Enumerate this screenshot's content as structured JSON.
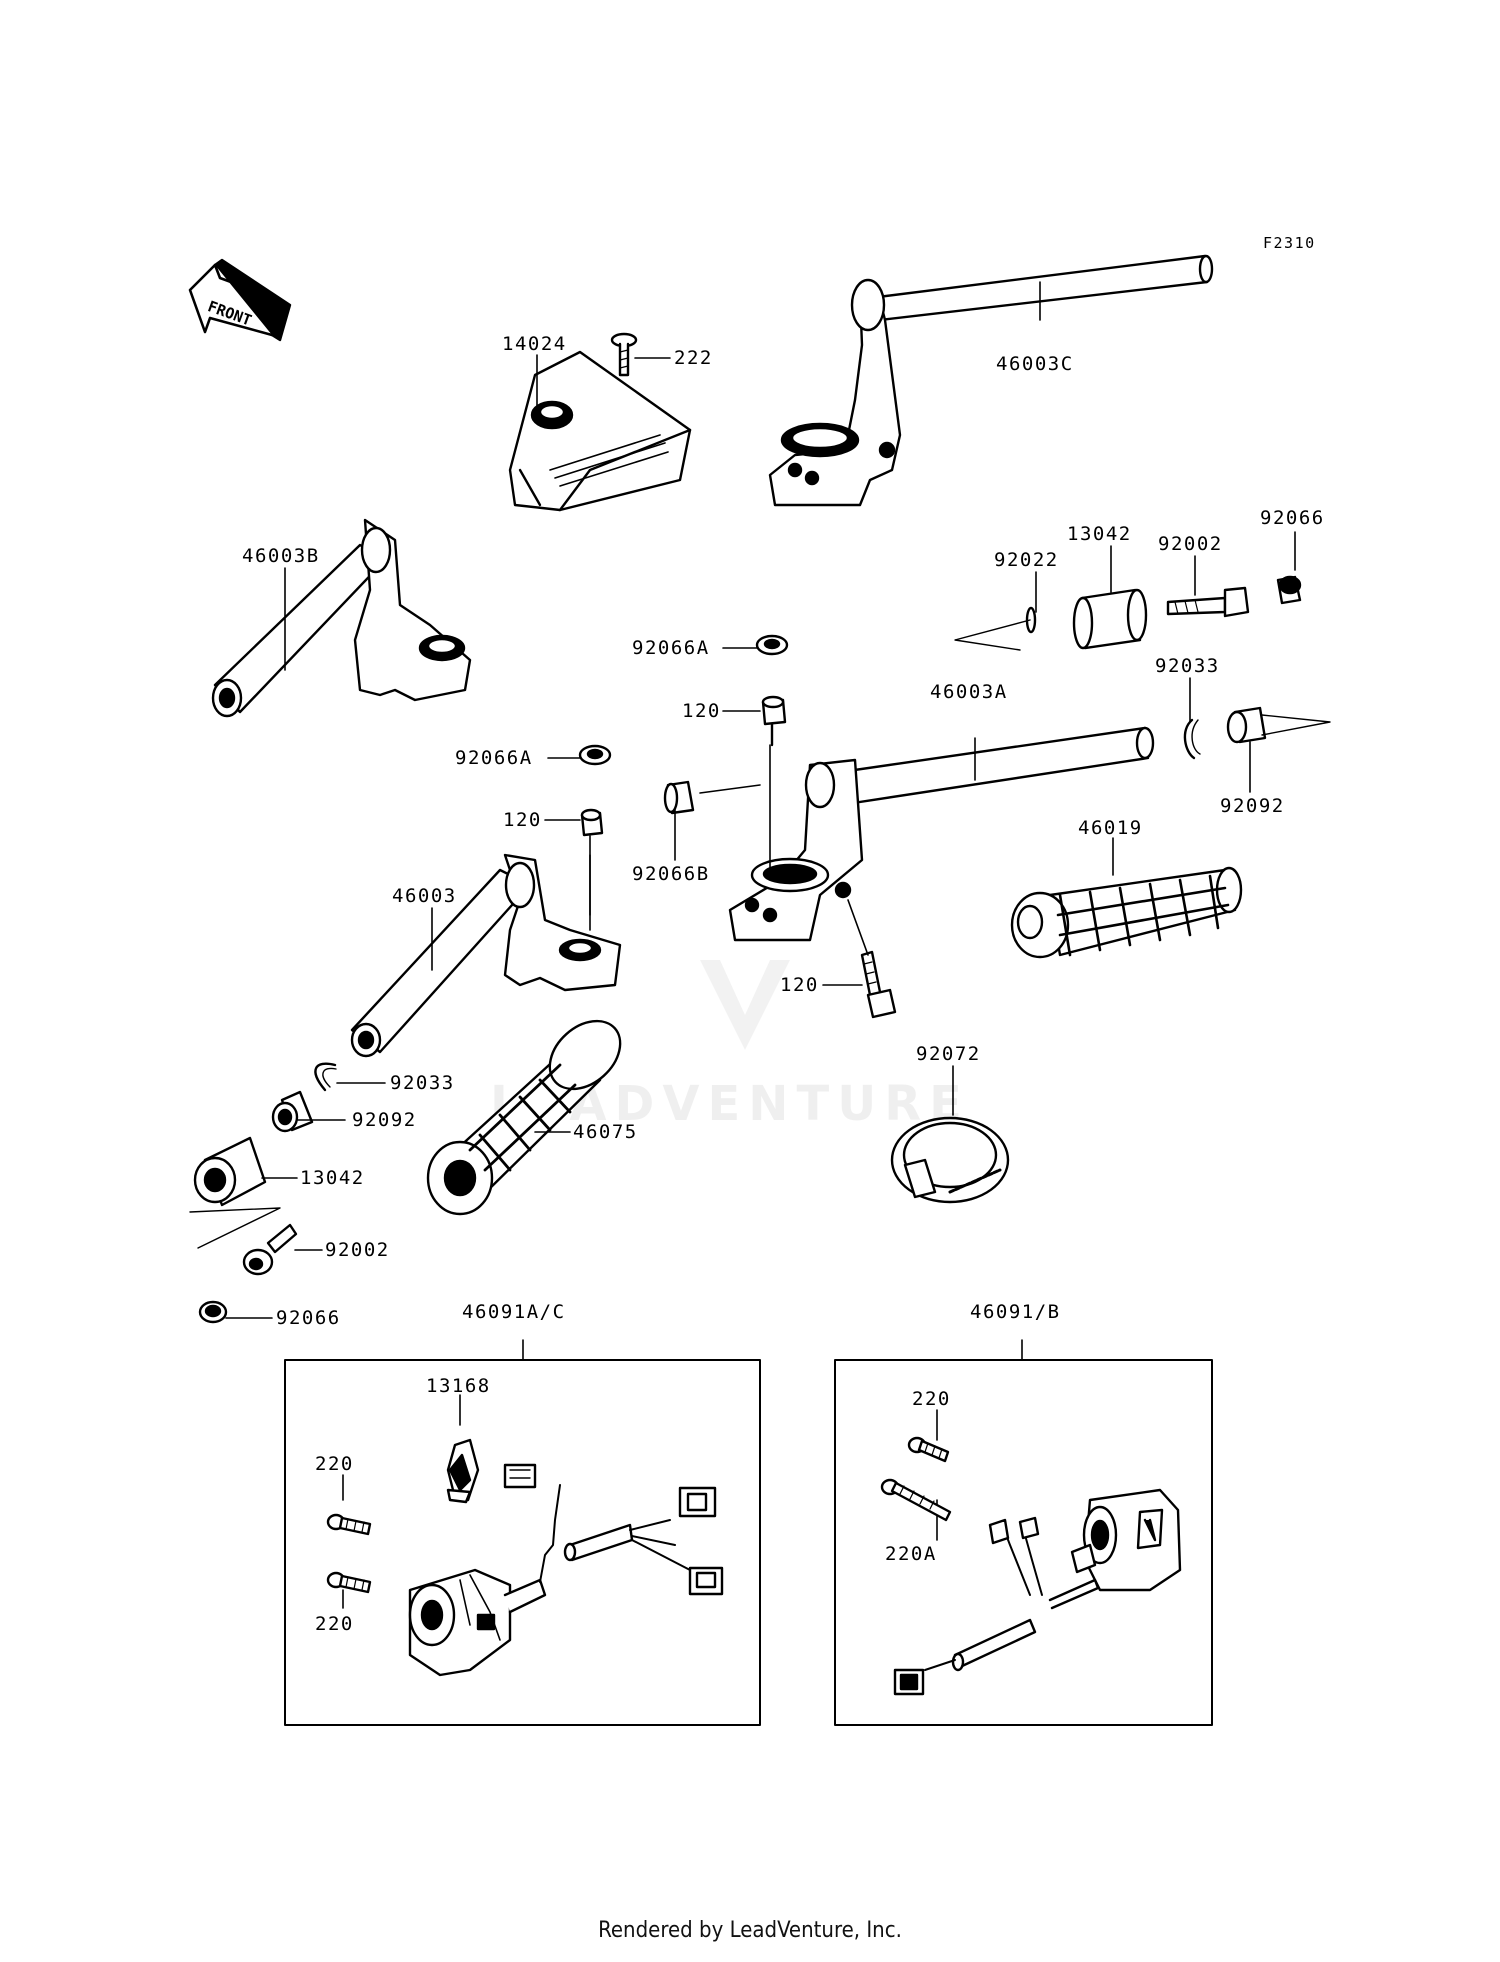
{
  "diagram": {
    "code": "F2310",
    "front_arrow": "FRONT",
    "watermark": "LEADVENTURE",
    "parts": [
      {
        "key": "p14024",
        "number": "14024"
      },
      {
        "key": "p222",
        "number": "222"
      },
      {
        "key": "p46003C",
        "number": "46003C"
      },
      {
        "key": "p46003B",
        "number": "46003B"
      },
      {
        "key": "p92066A_1",
        "number": "92066A"
      },
      {
        "key": "p92066A_2",
        "number": "92066A"
      },
      {
        "key": "p120_1",
        "number": "120"
      },
      {
        "key": "p120_2",
        "number": "120"
      },
      {
        "key": "p120_3",
        "number": "120"
      },
      {
        "key": "p46003A",
        "number": "46003A"
      },
      {
        "key": "p92022",
        "number": "92022"
      },
      {
        "key": "p13042_1",
        "number": "13042"
      },
      {
        "key": "p92002_1",
        "number": "92002"
      },
      {
        "key": "p92066_1",
        "number": "92066"
      },
      {
        "key": "p92033_1",
        "number": "92033"
      },
      {
        "key": "p92092_1",
        "number": "92092"
      },
      {
        "key": "p92066B",
        "number": "92066B"
      },
      {
        "key": "p46019",
        "number": "46019"
      },
      {
        "key": "p46003",
        "number": "46003"
      },
      {
        "key": "p92072",
        "number": "92072"
      },
      {
        "key": "p92033_2",
        "number": "92033"
      },
      {
        "key": "p92092_2",
        "number": "92092"
      },
      {
        "key": "p46075",
        "number": "46075"
      },
      {
        "key": "p13042_2",
        "number": "13042"
      },
      {
        "key": "p92002_2",
        "number": "92002"
      },
      {
        "key": "p92066_2",
        "number": "92066"
      },
      {
        "key": "p46091AC",
        "number": "46091A/C"
      },
      {
        "key": "p13168",
        "number": "13168"
      },
      {
        "key": "p220_1",
        "number": "220"
      },
      {
        "key": "p220_2",
        "number": "220"
      },
      {
        "key": "p46091B",
        "number": "46091/B"
      },
      {
        "key": "p220_3",
        "number": "220"
      },
      {
        "key": "p220A",
        "number": "220A"
      }
    ]
  },
  "footer": "Rendered by LeadVenture, Inc."
}
